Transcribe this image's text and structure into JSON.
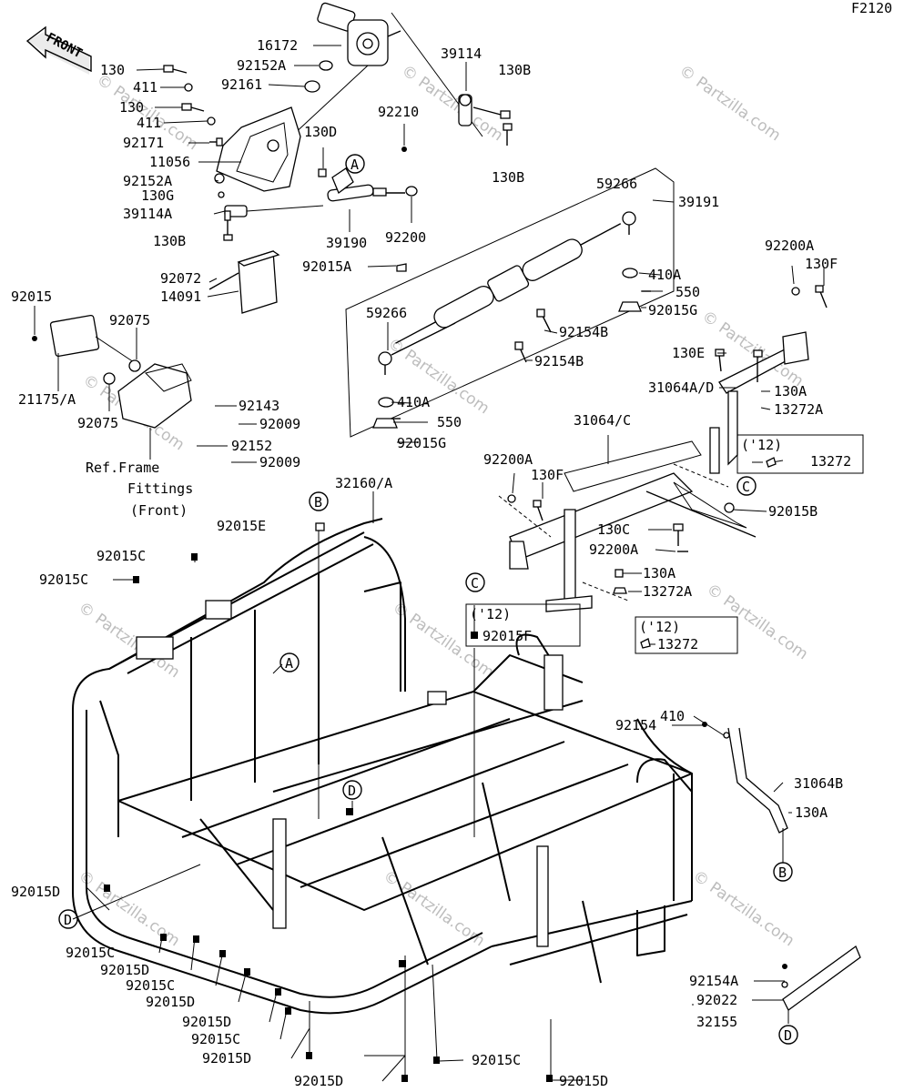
{
  "diagram_id": "F2120",
  "front_label": "FRONT",
  "watermark": "© Partzilla.com",
  "ref_note": [
    "Ref.Frame",
    "Fittings",
    "(Front)"
  ],
  "callouts": {
    "A": "A",
    "B": "B",
    "C": "C",
    "D": "D"
  },
  "year_note": "('12)",
  "labels": {
    "p16172": "16172",
    "p92152A_1": "92152A",
    "p92161": "92161",
    "p130_1": "130",
    "p411_1": "411",
    "p130_2": "130",
    "p411_2": "411",
    "p92171": "92171",
    "p11056": "11056",
    "p92152A_2": "92152A",
    "p130G": "130G",
    "p39114A": "39114A",
    "p130B_1": "130B",
    "p130D": "130D",
    "p92210": "92210",
    "p39190": "39190",
    "p92200": "92200",
    "p92015A": "92015A",
    "p39114": "39114",
    "p130B_2": "130B",
    "p130B_3": "130B",
    "p59266_1": "59266",
    "p39191": "39191",
    "p410A_1": "410A",
    "p550_1": "550",
    "p92015G_1": "92015G",
    "p92154B_1": "92154B",
    "p92154B_2": "92154B",
    "p59266_2": "59266",
    "p410A_2": "410A",
    "p550_2": "550",
    "p92015G_2": "92015G",
    "p92072": "92072",
    "p14091": "14091",
    "p92015_1": "92015",
    "p92075_1": "92075",
    "p21175A": "21175/A",
    "p92075_2": "92075",
    "p92143": "92143",
    "p92009_1": "92009",
    "p92152": "92152",
    "p92009_2": "92009",
    "p92200A_1": "92200A",
    "p130F_1": "130F",
    "p130E": "130E",
    "p31064AD": "31064A/D",
    "p130A_1": "130A",
    "p13272A_1": "13272A",
    "p13272_1": "13272",
    "p31064C": "31064/C",
    "p92200A_2": "92200A",
    "p130F_2": "130F",
    "p92015B": "92015B",
    "p130C": "130C",
    "p92200A_3": "92200A",
    "p130A_2": "130A",
    "p13272A_2": "13272A",
    "p13272_2": "13272",
    "p32160A": "32160/A",
    "p92015E": "92015E",
    "p92015C_1": "92015C",
    "p92015C_2": "92015C",
    "p92015F": "92015F",
    "p92154": "92154",
    "p410": "410",
    "p31064B": "31064B",
    "p130A_3": "130A",
    "p92015D_1": "92015D",
    "p92015C_3": "92015C",
    "p92015D_2": "92015D",
    "p92015C_4": "92015C",
    "p92015D_3": "92015D",
    "p92015D_4": "92015D",
    "p92015C_5": "92015C",
    "p92015D_5": "92015D",
    "p92015C_6": "92015C",
    "p92015D_6": "92015D",
    "p92015D_7": "92015D",
    "p92154A": "92154A",
    "p92022": "92022",
    "p32155": "32155"
  }
}
